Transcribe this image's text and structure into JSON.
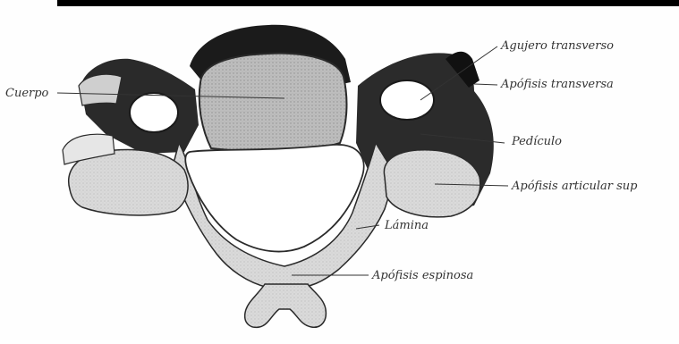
{
  "diagram": {
    "labels": {
      "cuerpo": "Cuerpo",
      "agujero_transverso": "Agujero transverso",
      "apofisis_transversa": "Apófisis transversa",
      "pediculo": "Pedículo",
      "apofisis_articular_sup": "Apófisis articular sup",
      "lamina": "Lámina",
      "apofisis_espinosa": "Apófisis espinosa"
    },
    "colors": {
      "bone": "#dcdcdc",
      "bone_light": "#ebebeb",
      "shadow": "#1e1e1e",
      "outline": "#2a2a2a",
      "leader_line": "#333333"
    }
  }
}
